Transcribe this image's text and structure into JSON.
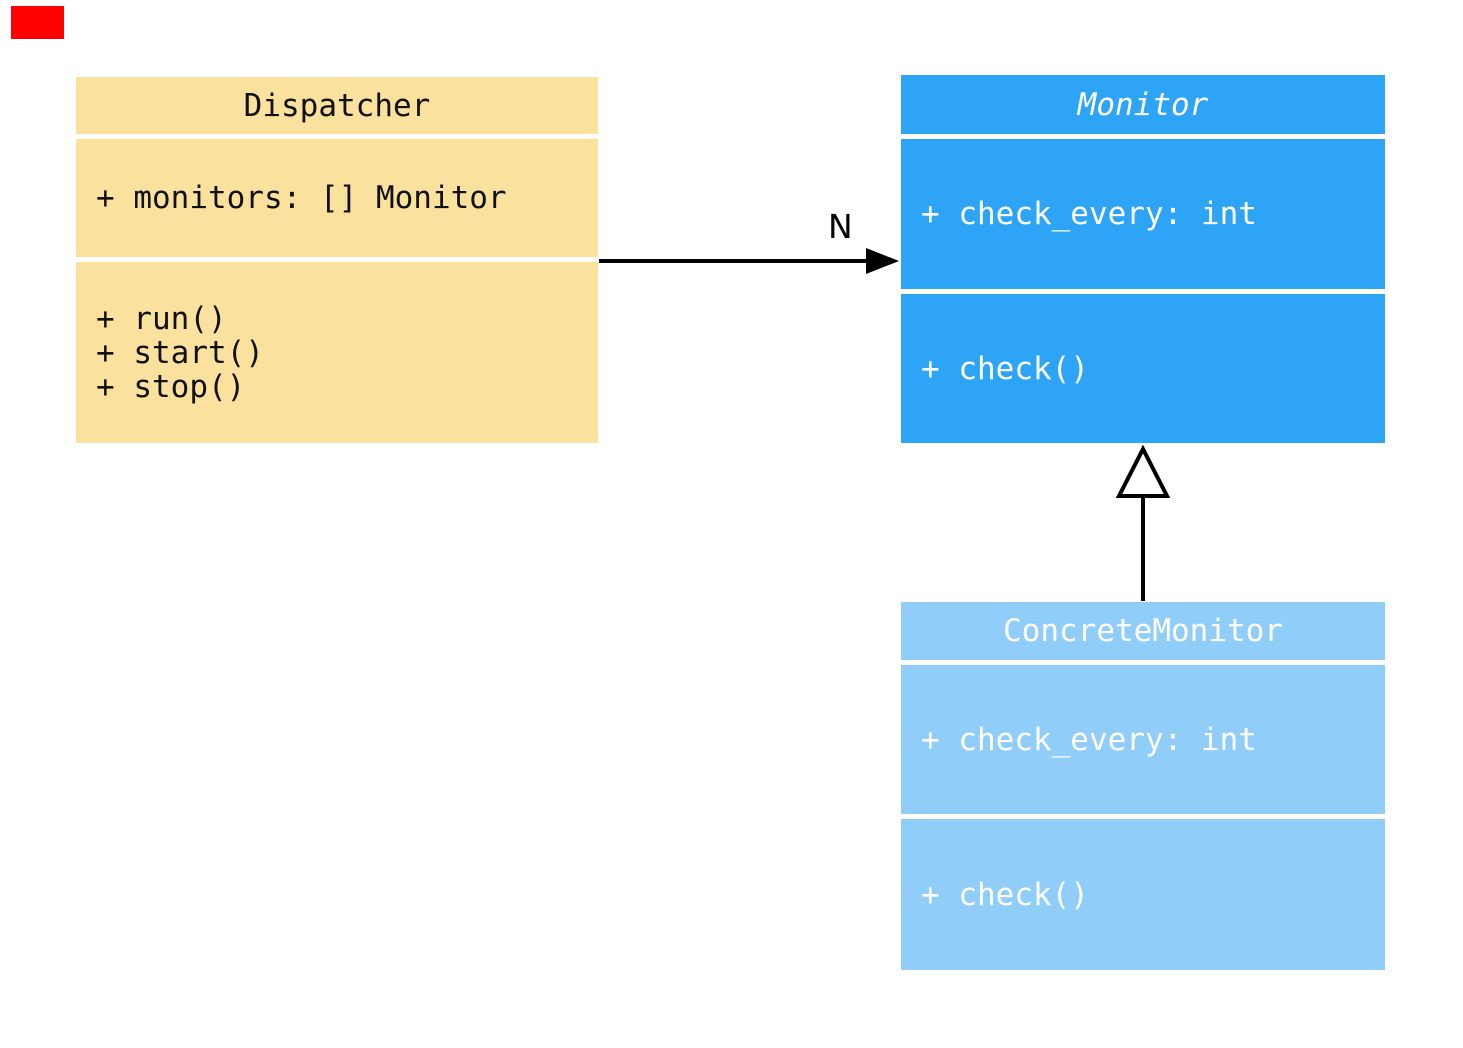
{
  "marker": {
    "color": "#ff0000"
  },
  "colors": {
    "dispatcher_fill": "#fae19e",
    "monitor_fill": "#2ea4f6",
    "concrete_monitor_fill": "#90cdf8",
    "connector": "#000000",
    "text_on_yellow": "#111111",
    "text_on_blue": "#ffffff",
    "background": "#ffffff"
  },
  "classes": {
    "dispatcher": {
      "title": "Dispatcher",
      "attributes": [
        "+ monitors: [] Monitor"
      ],
      "methods": [
        "+ run()",
        "+ start()",
        "+ stop()"
      ]
    },
    "monitor": {
      "title": "Monitor",
      "abstract": true,
      "attributes": [
        "+ check_every: int"
      ],
      "methods": [
        "+ check()"
      ]
    },
    "concrete_monitor": {
      "title": "ConcreteMonitor",
      "attributes": [
        "+ check_every: int"
      ],
      "methods": [
        "+ check()"
      ]
    }
  },
  "connectors": {
    "association": {
      "from": "Dispatcher",
      "to": "Monitor",
      "label": "N",
      "arrowhead": "filled"
    },
    "inheritance": {
      "from": "ConcreteMonitor",
      "to": "Monitor",
      "arrowhead": "hollow-triangle"
    }
  }
}
